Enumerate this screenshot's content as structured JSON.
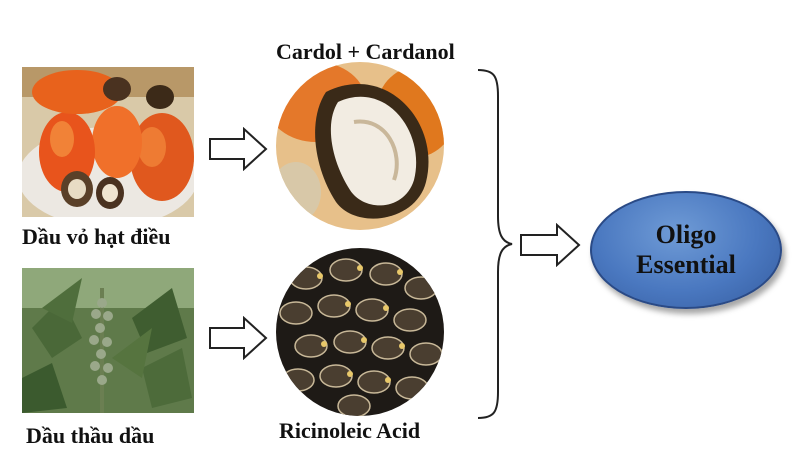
{
  "sources": {
    "cashew_label": "Dầu vỏ hạt điều",
    "castor_label": "Dầu thầu dầu"
  },
  "compounds": {
    "cashew_compound": "Cardol + Cardanol",
    "castor_compound": "Ricinoleic Acid"
  },
  "product": {
    "line1": "Oligo",
    "line2": "Essential"
  },
  "colors": {
    "ellipse_fill": "#4a78c0",
    "ellipse_border": "#2a4a86",
    "arrow_stroke": "#222222"
  }
}
